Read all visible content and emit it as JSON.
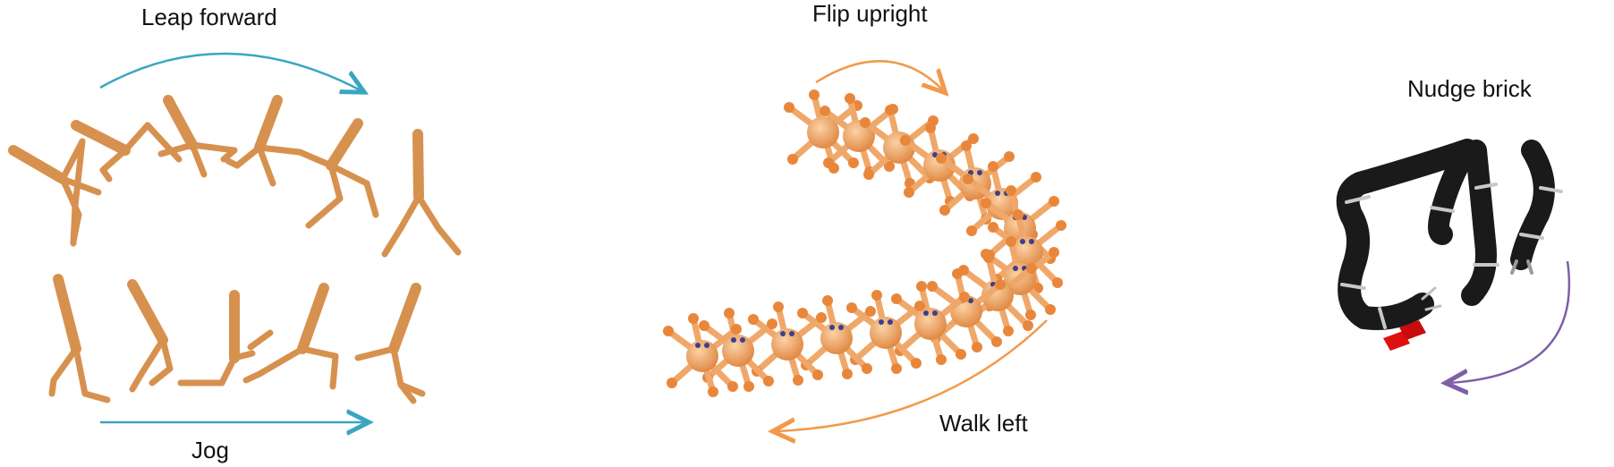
{
  "labels": {
    "leap_forward": "Leap forward",
    "jog": "Jog",
    "flip_upright": "Flip upright",
    "walk_left": "Walk left",
    "nudge_brick": "Nudge brick"
  },
  "colors": {
    "walker_body": "#d7914f",
    "walker_dark": "#b8743a",
    "ant_body": "#f0a86a",
    "ant_joint": "#e8873c",
    "ant_eye": "#3b3f8f",
    "arrow_blue": "#3aa6c1",
    "arrow_orange": "#f2994a",
    "arrow_purple": "#7e5fa8",
    "robot_black": "#1a1a1a",
    "robot_ring": "#c8c8c8",
    "brick_red": "#e01010"
  }
}
